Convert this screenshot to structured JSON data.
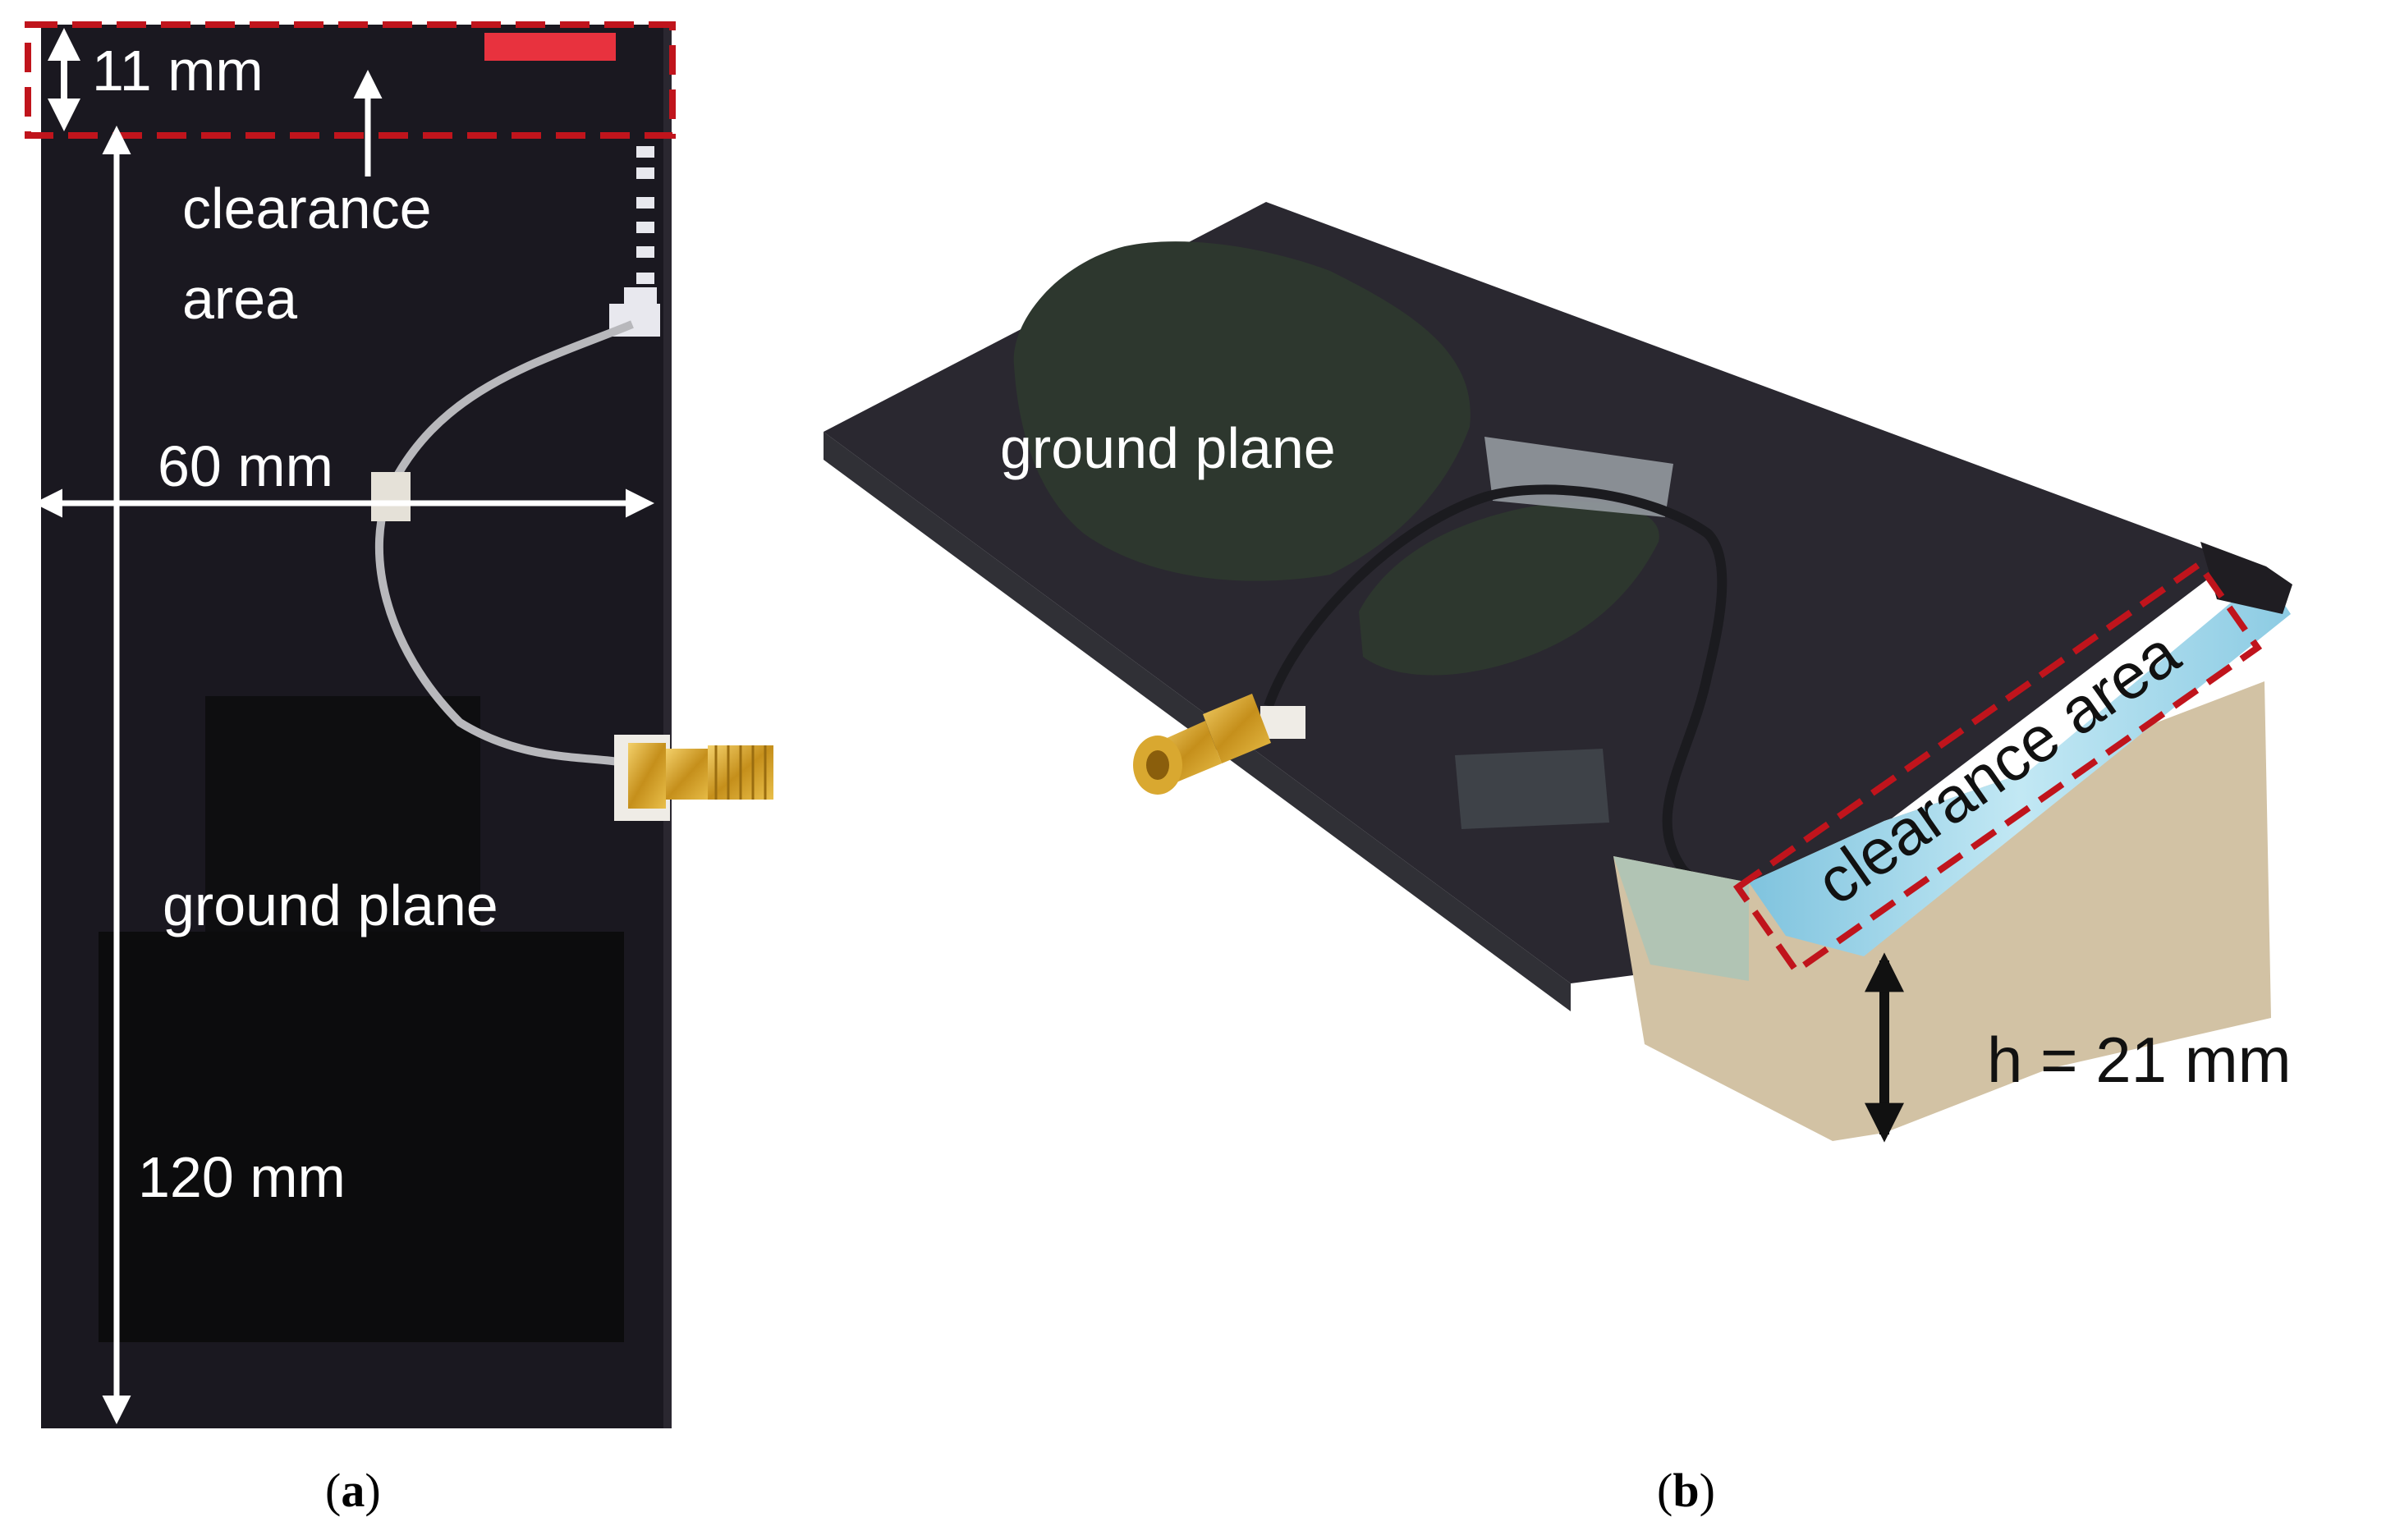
{
  "panel_a": {
    "dim_top": "11 mm",
    "clearance_line1": "clearance",
    "clearance_line2": "area",
    "width_dim": "60 mm",
    "ground": "ground plane",
    "height_dim": "120 mm",
    "caption_open": "(",
    "caption_letter": "a",
    "caption_close": ")"
  },
  "panel_b": {
    "ground": "ground plane",
    "clearance": "clearance area",
    "height_dim": "h = 21 mm",
    "caption_open": "(",
    "caption_letter": "b",
    "caption_close": ")"
  },
  "colors": {
    "board": "#1a1820",
    "ground_patch": "#2b342c",
    "dashed_box": "#c0141c",
    "cable": "#b8b8bc",
    "connector": "#d4a22a",
    "clearance_fill": "#a8dcea",
    "tape": "#d2c2a4"
  }
}
